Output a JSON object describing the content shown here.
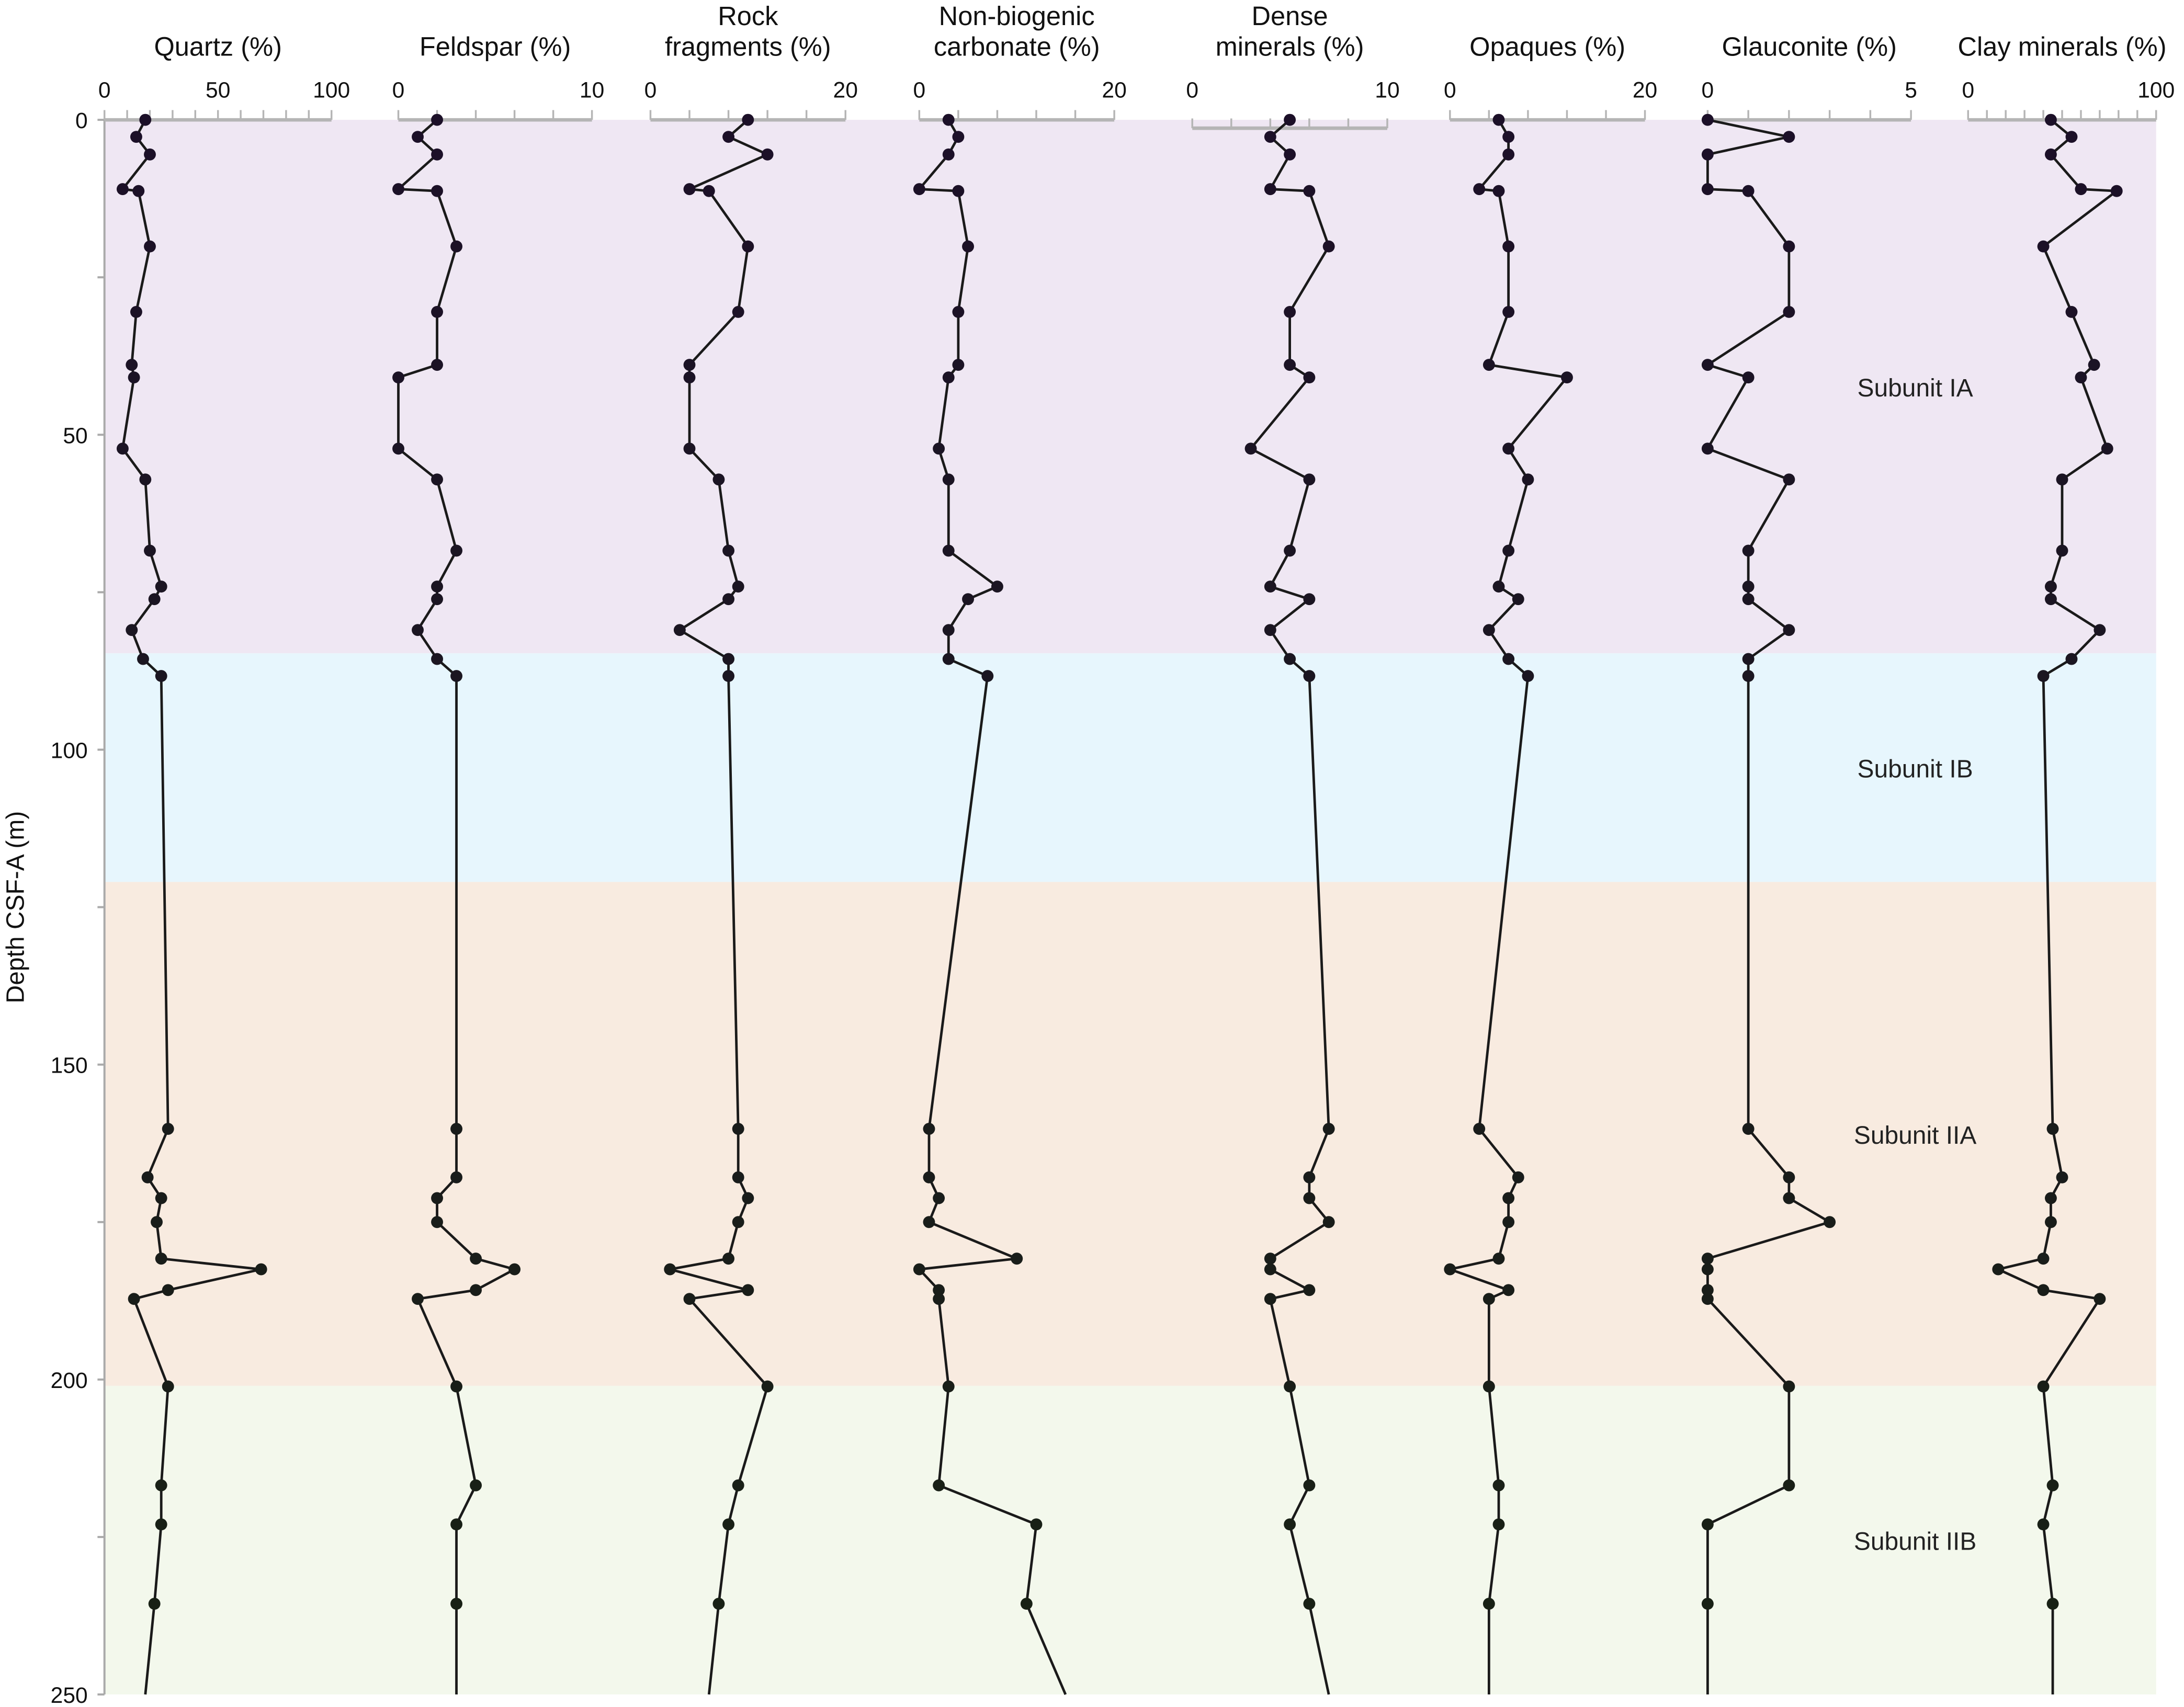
{
  "chart_data": {
    "type": "line",
    "ylabel": "Depth CSF-A (m)",
    "ylim": [
      0,
      250
    ],
    "yticks": [
      0,
      50,
      100,
      150,
      200,
      250
    ],
    "y_inverted": true,
    "grid": false,
    "units": [
      {
        "name": "Subunit IA",
        "top": 0,
        "bottom": 84.7,
        "color": "#efe7f3"
      },
      {
        "name": "Subunit IB",
        "top": 84.7,
        "bottom": 121,
        "color": "#e7f6fd"
      },
      {
        "name": "Subunit IIA",
        "top": 121,
        "bottom": 201,
        "color": "#f8ebe0"
      },
      {
        "name": "Subunit IIB",
        "top": 201,
        "bottom": 250,
        "color": "#f3f8ec"
      }
    ],
    "depths": [
      0,
      2.7,
      5.5,
      11.0,
      11.3,
      20.1,
      30.5,
      38.9,
      40.9,
      52.2,
      57.1,
      68.4,
      74.1,
      76.1,
      81,
      85.6,
      88.3,
      160.2,
      167.9,
      171.2,
      175,
      180.8,
      182.5,
      185.8,
      187.2,
      201.1,
      216.8,
      223,
      235.6,
      250
    ],
    "series": [
      {
        "name": "Quartz (%)",
        "title": [
          "Quartz (%)"
        ],
        "xlim": [
          0,
          100
        ],
        "xticks": [
          0,
          50,
          100
        ],
        "minor": 10,
        "values": [
          18,
          14,
          20,
          8,
          15,
          20,
          14,
          12,
          13,
          8,
          18,
          20,
          25,
          22,
          12,
          17,
          25,
          28,
          19,
          25,
          23,
          25,
          69,
          28,
          13,
          28,
          25,
          25,
          22,
          18
        ]
      },
      {
        "name": "Feldspar (%)",
        "title": [
          "Feldspar (%)"
        ],
        "xlim": [
          0,
          10
        ],
        "xticks": [
          0,
          10
        ],
        "minor": 2,
        "values": [
          2,
          1,
          2,
          0,
          2,
          3,
          2,
          2,
          0,
          0,
          2,
          3,
          2,
          2,
          1,
          2,
          3,
          3,
          3,
          2,
          2,
          4,
          6,
          4,
          1,
          3,
          4,
          3,
          3,
          3
        ]
      },
      {
        "name": "Rock fragments (%)",
        "title": [
          "Rock",
          "fragments (%)"
        ],
        "xlim": [
          0,
          20
        ],
        "xticks": [
          0,
          20
        ],
        "minor": 4,
        "values": [
          10,
          8,
          12,
          4,
          6,
          10,
          9,
          4,
          4,
          4,
          7,
          8,
          9,
          8,
          3,
          8,
          8,
          9,
          9,
          10,
          9,
          8,
          2,
          10,
          4,
          12,
          9,
          8,
          7,
          6
        ]
      },
      {
        "name": "Non-biogenic carbonate (%)",
        "title": [
          "Non-biogenic",
          "carbonate (%)"
        ],
        "xlim": [
          0,
          20
        ],
        "xticks": [
          0,
          20
        ],
        "minor": 4,
        "values": [
          3,
          4,
          3,
          0,
          4,
          5,
          4,
          4,
          3,
          2,
          3,
          3,
          8,
          5,
          3,
          3,
          7,
          1,
          1,
          2,
          1,
          10,
          0,
          2,
          2,
          3,
          2,
          12,
          11,
          15
        ]
      },
      {
        "name": "Dense minerals (%)",
        "title": [
          "Dense",
          "minerals (%)"
        ],
        "xlim": [
          0,
          10
        ],
        "xticks": [
          0,
          10
        ],
        "minor": 2,
        "values": [
          5,
          4,
          5,
          4,
          6,
          7,
          5,
          5,
          6,
          3,
          6,
          5,
          4,
          6,
          4,
          5,
          6,
          7,
          6,
          6,
          7,
          4,
          4,
          6,
          4,
          5,
          6,
          5,
          6,
          7
        ]
      },
      {
        "name": "Opaques (%)",
        "title": [
          "Opaques (%)"
        ],
        "xlim": [
          0,
          20
        ],
        "xticks": [
          0,
          20
        ],
        "minor": 4,
        "values": [
          5,
          6,
          6,
          3,
          5,
          6,
          6,
          4,
          12,
          6,
          8,
          6,
          5,
          7,
          4,
          6,
          8,
          3,
          7,
          6,
          6,
          5,
          0,
          6,
          4,
          4,
          5,
          5,
          4,
          4
        ]
      },
      {
        "name": "Glauconite (%)",
        "title": [
          "Glauconite (%)"
        ],
        "xlim": [
          0,
          5
        ],
        "xticks": [
          0,
          5
        ],
        "minor": 1,
        "values": [
          0,
          2,
          0,
          0,
          1,
          2,
          2,
          0,
          1,
          0,
          2,
          1,
          1,
          1,
          2,
          1,
          1,
          1,
          2,
          2,
          3,
          0,
          0,
          0,
          0,
          2,
          2,
          0,
          0,
          0
        ]
      },
      {
        "name": "Clay minerals (%)",
        "title": [
          "Clay minerals (%)"
        ],
        "xlim": [
          0,
          100
        ],
        "xticks": [
          0,
          100
        ],
        "minor": 10,
        "values": [
          44,
          55,
          44,
          60,
          79,
          40,
          55,
          67,
          60,
          74,
          50,
          50,
          44,
          44,
          70,
          55,
          40,
          45,
          50,
          44,
          44,
          40,
          16,
          40,
          70,
          40,
          45,
          40,
          45,
          45
        ]
      }
    ]
  }
}
